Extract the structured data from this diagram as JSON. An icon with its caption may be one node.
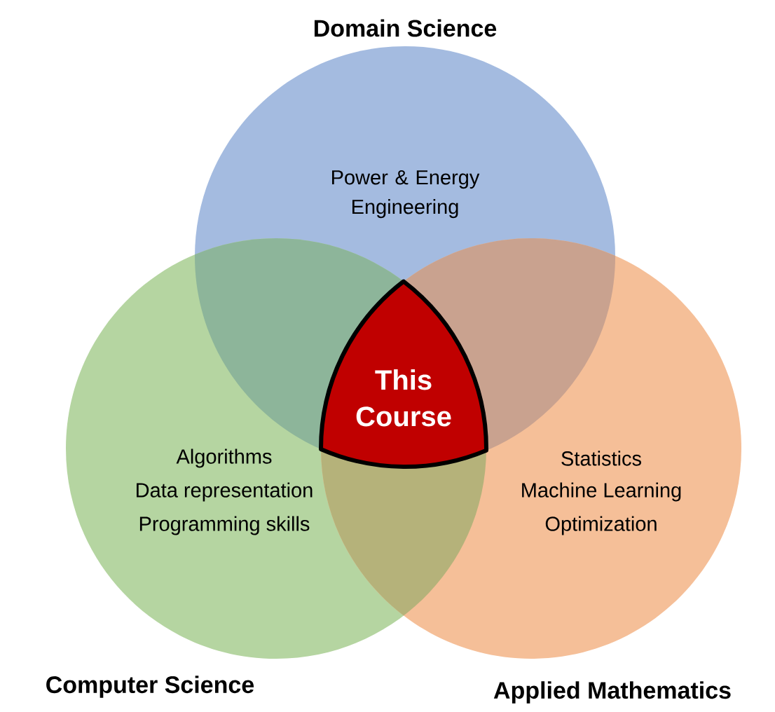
{
  "diagram": {
    "nodes": [
      {
        "text": [
          "Domain Science",
          "Power & Energy Engineering"
        ]
      },
      {
        "text": [
          "Algorithms",
          "Data representation",
          "Programming skills",
          "Computer Science"
        ]
      },
      {
        "text": [
          "Statistics",
          "Machine Learning",
          "Optimization",
          "Applied Mathematics"
        ]
      },
      {
        "text": [
          "This Course"
        ]
      }
    ]
  }
}
